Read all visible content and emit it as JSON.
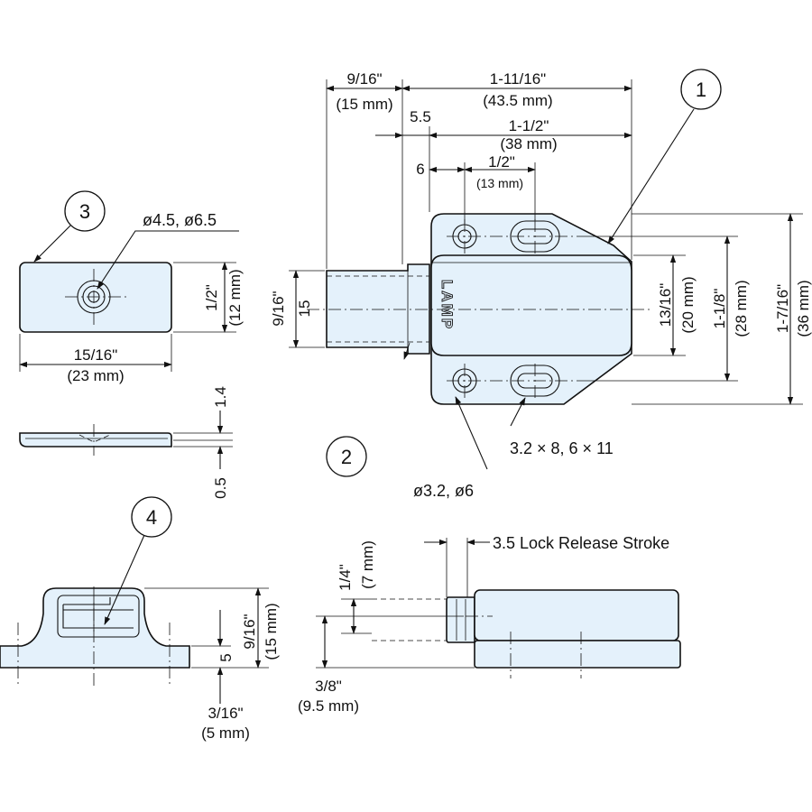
{
  "balloons": {
    "b1": "1",
    "b2": "2",
    "b3": "3",
    "b4": "4"
  },
  "notes": {
    "hole_dia_plate": "ø4.5, ø6.5",
    "slot_size": "3.2 × 8, 6 × 11",
    "hole_dia_body": "ø3.2, ø6",
    "lock_release": "3.5  Lock Release Stroke",
    "logo": "LAMP"
  },
  "dims_top": {
    "overall_len_in": "1-11/16\"",
    "overall_len_mm": "(43.5 mm)",
    "plunger_in": "9/16\"",
    "plunger_mm": "(15 mm)",
    "offset_a": "5.5",
    "hole_span_in": "1-1/2\"",
    "hole_span_mm": "(38 mm)",
    "offset_b": "6",
    "slot_pitch_in": "1/2\"",
    "slot_pitch_mm": "(13 mm)",
    "body_width_in": "13/16\"",
    "body_width_mm": "(20 mm)",
    "hole_pitch_in": "1-1/8\"",
    "hole_pitch_mm": "(28 mm)",
    "overall_w_in": "1-7/16\"",
    "overall_w_mm": "(36 mm)",
    "plunger_h_in": "9/16\"",
    "plunger_h_mm": "15"
  },
  "dims_plate": {
    "width_in": "15/16\"",
    "width_mm": "(23 mm)",
    "height_in": "1/2\"",
    "height_mm": "(12 mm)",
    "thick_a": "1.4",
    "thick_b": "0.5"
  },
  "dims_strike": {
    "height_in": "9/16\"",
    "height_mm": "(15 mm)",
    "base": "5",
    "base_in": "3/16\"",
    "base_mm": "(5 mm)"
  },
  "dims_side": {
    "plunger_in": "1/4\"",
    "plunger_mm": "(7 mm)",
    "height_in": "3/8\"",
    "height_mm": "(9.5 mm)"
  }
}
